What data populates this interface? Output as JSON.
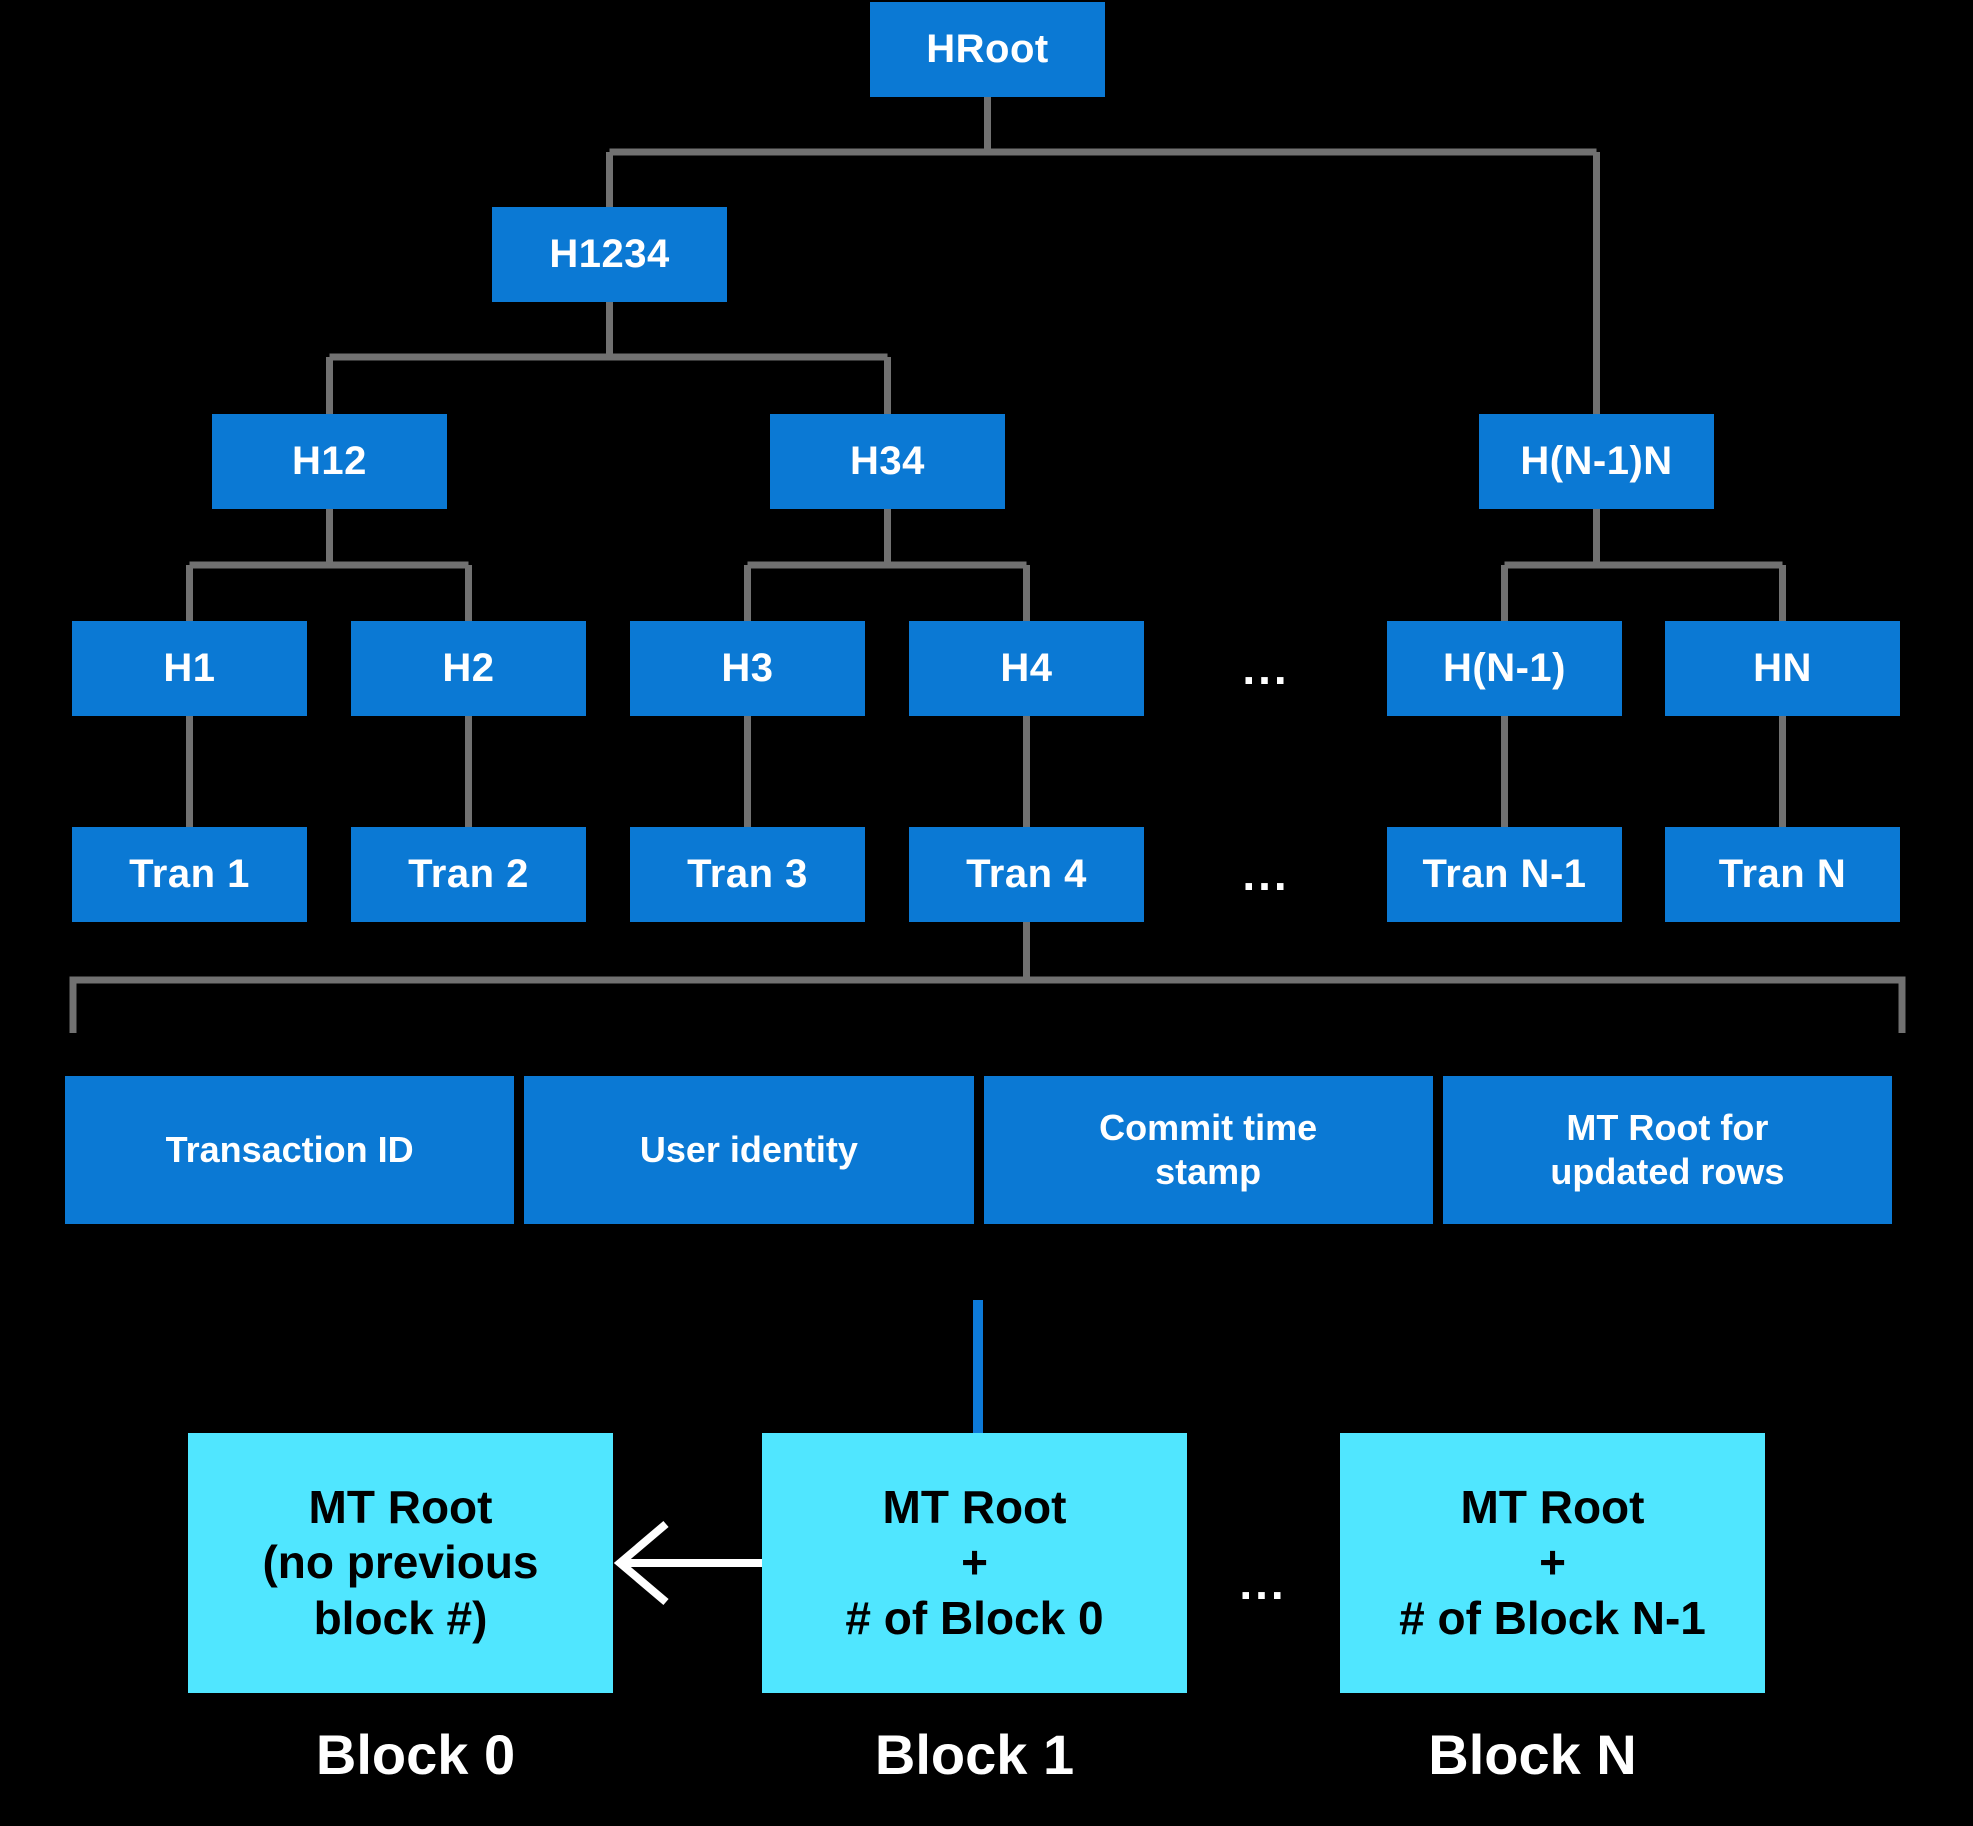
{
  "tree": {
    "root": "HRoot",
    "h1234": "H1234",
    "h12": "H12",
    "h34": "H34",
    "hn1n": "H(N-1)N",
    "leaves_h": [
      "H1",
      "H2",
      "H3",
      "H4",
      "H(N-1)",
      "HN"
    ],
    "leaves_tran": [
      "Tran 1",
      "Tran 2",
      "Tran 3",
      "Tran 4",
      "Tran N-1",
      "Tran N"
    ],
    "ellipsis": "..."
  },
  "transaction_row": {
    "cells": [
      "Transaction ID",
      "User identity",
      "Commit time stamp",
      "MT Root for updated rows"
    ]
  },
  "blocks": {
    "ellipsis": "...",
    "items": [
      {
        "line1": "MT Root",
        "line2": "(no previous",
        "line3": "block #)",
        "label": "Block 0"
      },
      {
        "line1": "MT Root",
        "line2": "+",
        "line3": "# of Block 0",
        "label": "Block 1"
      },
      {
        "line1": "MT Root",
        "line2": "+",
        "line3": "# of Block N-1",
        "label": "Block N"
      }
    ]
  },
  "colors": {
    "node_blue": "#0b79d4",
    "block_cyan": "#50e6ff",
    "connector_gray": "#717171",
    "link_blue": "#0d7ad8",
    "arrow_white": "#ffffff",
    "background": "#000000"
  }
}
